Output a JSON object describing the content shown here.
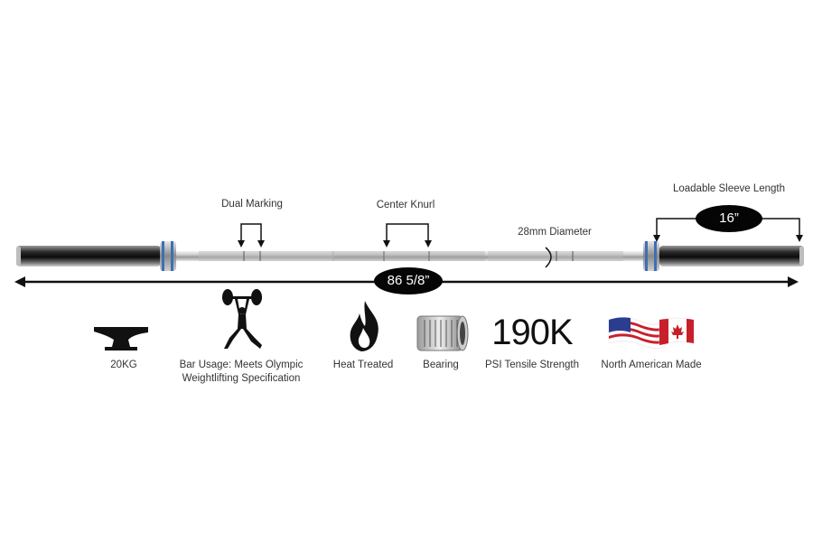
{
  "callouts": {
    "dual_marking": "Dual Marking",
    "center_knurl": "Center Knurl",
    "diameter": "28mm Diameter",
    "sleeve_length_label": "Loadable Sleeve Length",
    "sleeve_length_value": "16”",
    "overall_length": "86 5/8”"
  },
  "features": [
    {
      "icon": "anvil-icon",
      "label": "20KG"
    },
    {
      "icon": "weightlifter-icon",
      "label_line1": "Bar Usage: Meets Olympic",
      "label_line2": "Weightlifting Specification"
    },
    {
      "icon": "flame-icon",
      "label": "Heat Treated"
    },
    {
      "icon": "bearing-icon",
      "label": "Bearing"
    },
    {
      "icon": "tensile-number",
      "value": "190K",
      "label": "PSI Tensile Strength"
    },
    {
      "icon": "usa-canada-flag-icon",
      "label": "North American Made"
    }
  ],
  "colors": {
    "collar_ring": "#3d6fb5",
    "pill": "#050505",
    "flag_red": "#c8202b",
    "flag_blue": "#2a3d8f"
  }
}
